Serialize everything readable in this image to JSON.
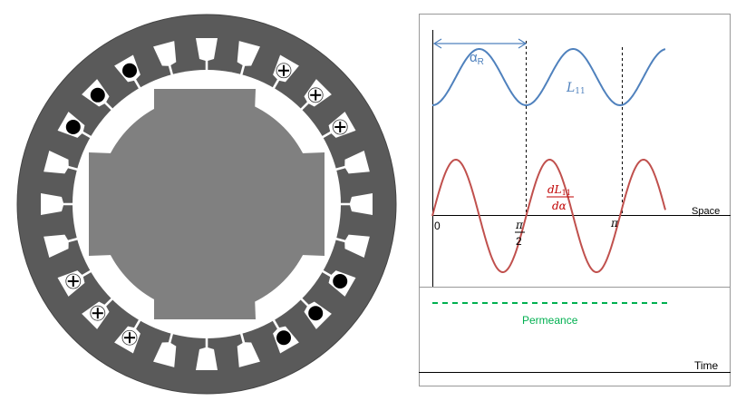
{
  "motor": {
    "slot_count": 24,
    "coil_slots": {
      "dot": [
        120,
        135,
        150,
        300,
        315,
        330
      ],
      "plus": [
        30,
        45,
        60,
        210,
        225,
        240
      ]
    },
    "colors": {
      "stator": "#5a5a5a",
      "rotor": "#808080",
      "slot": "#ffffff"
    }
  },
  "graph": {
    "alpha_label": "α",
    "alpha_sub": "R",
    "l11_label": "L",
    "l11_sub": "11",
    "dl_num": "dL",
    "dl_num_sub": "11",
    "dl_den": "dα",
    "tick_zero": "0",
    "tick_pi_half_num": "π",
    "tick_pi_half_den": "2",
    "tick_pi": "π",
    "space_label": "Space",
    "permeance_label": "Permeance",
    "time_label": "Time",
    "colors": {
      "l11": "#4f81bd",
      "dl": "#c0504d",
      "permeance": "#00b050"
    }
  }
}
